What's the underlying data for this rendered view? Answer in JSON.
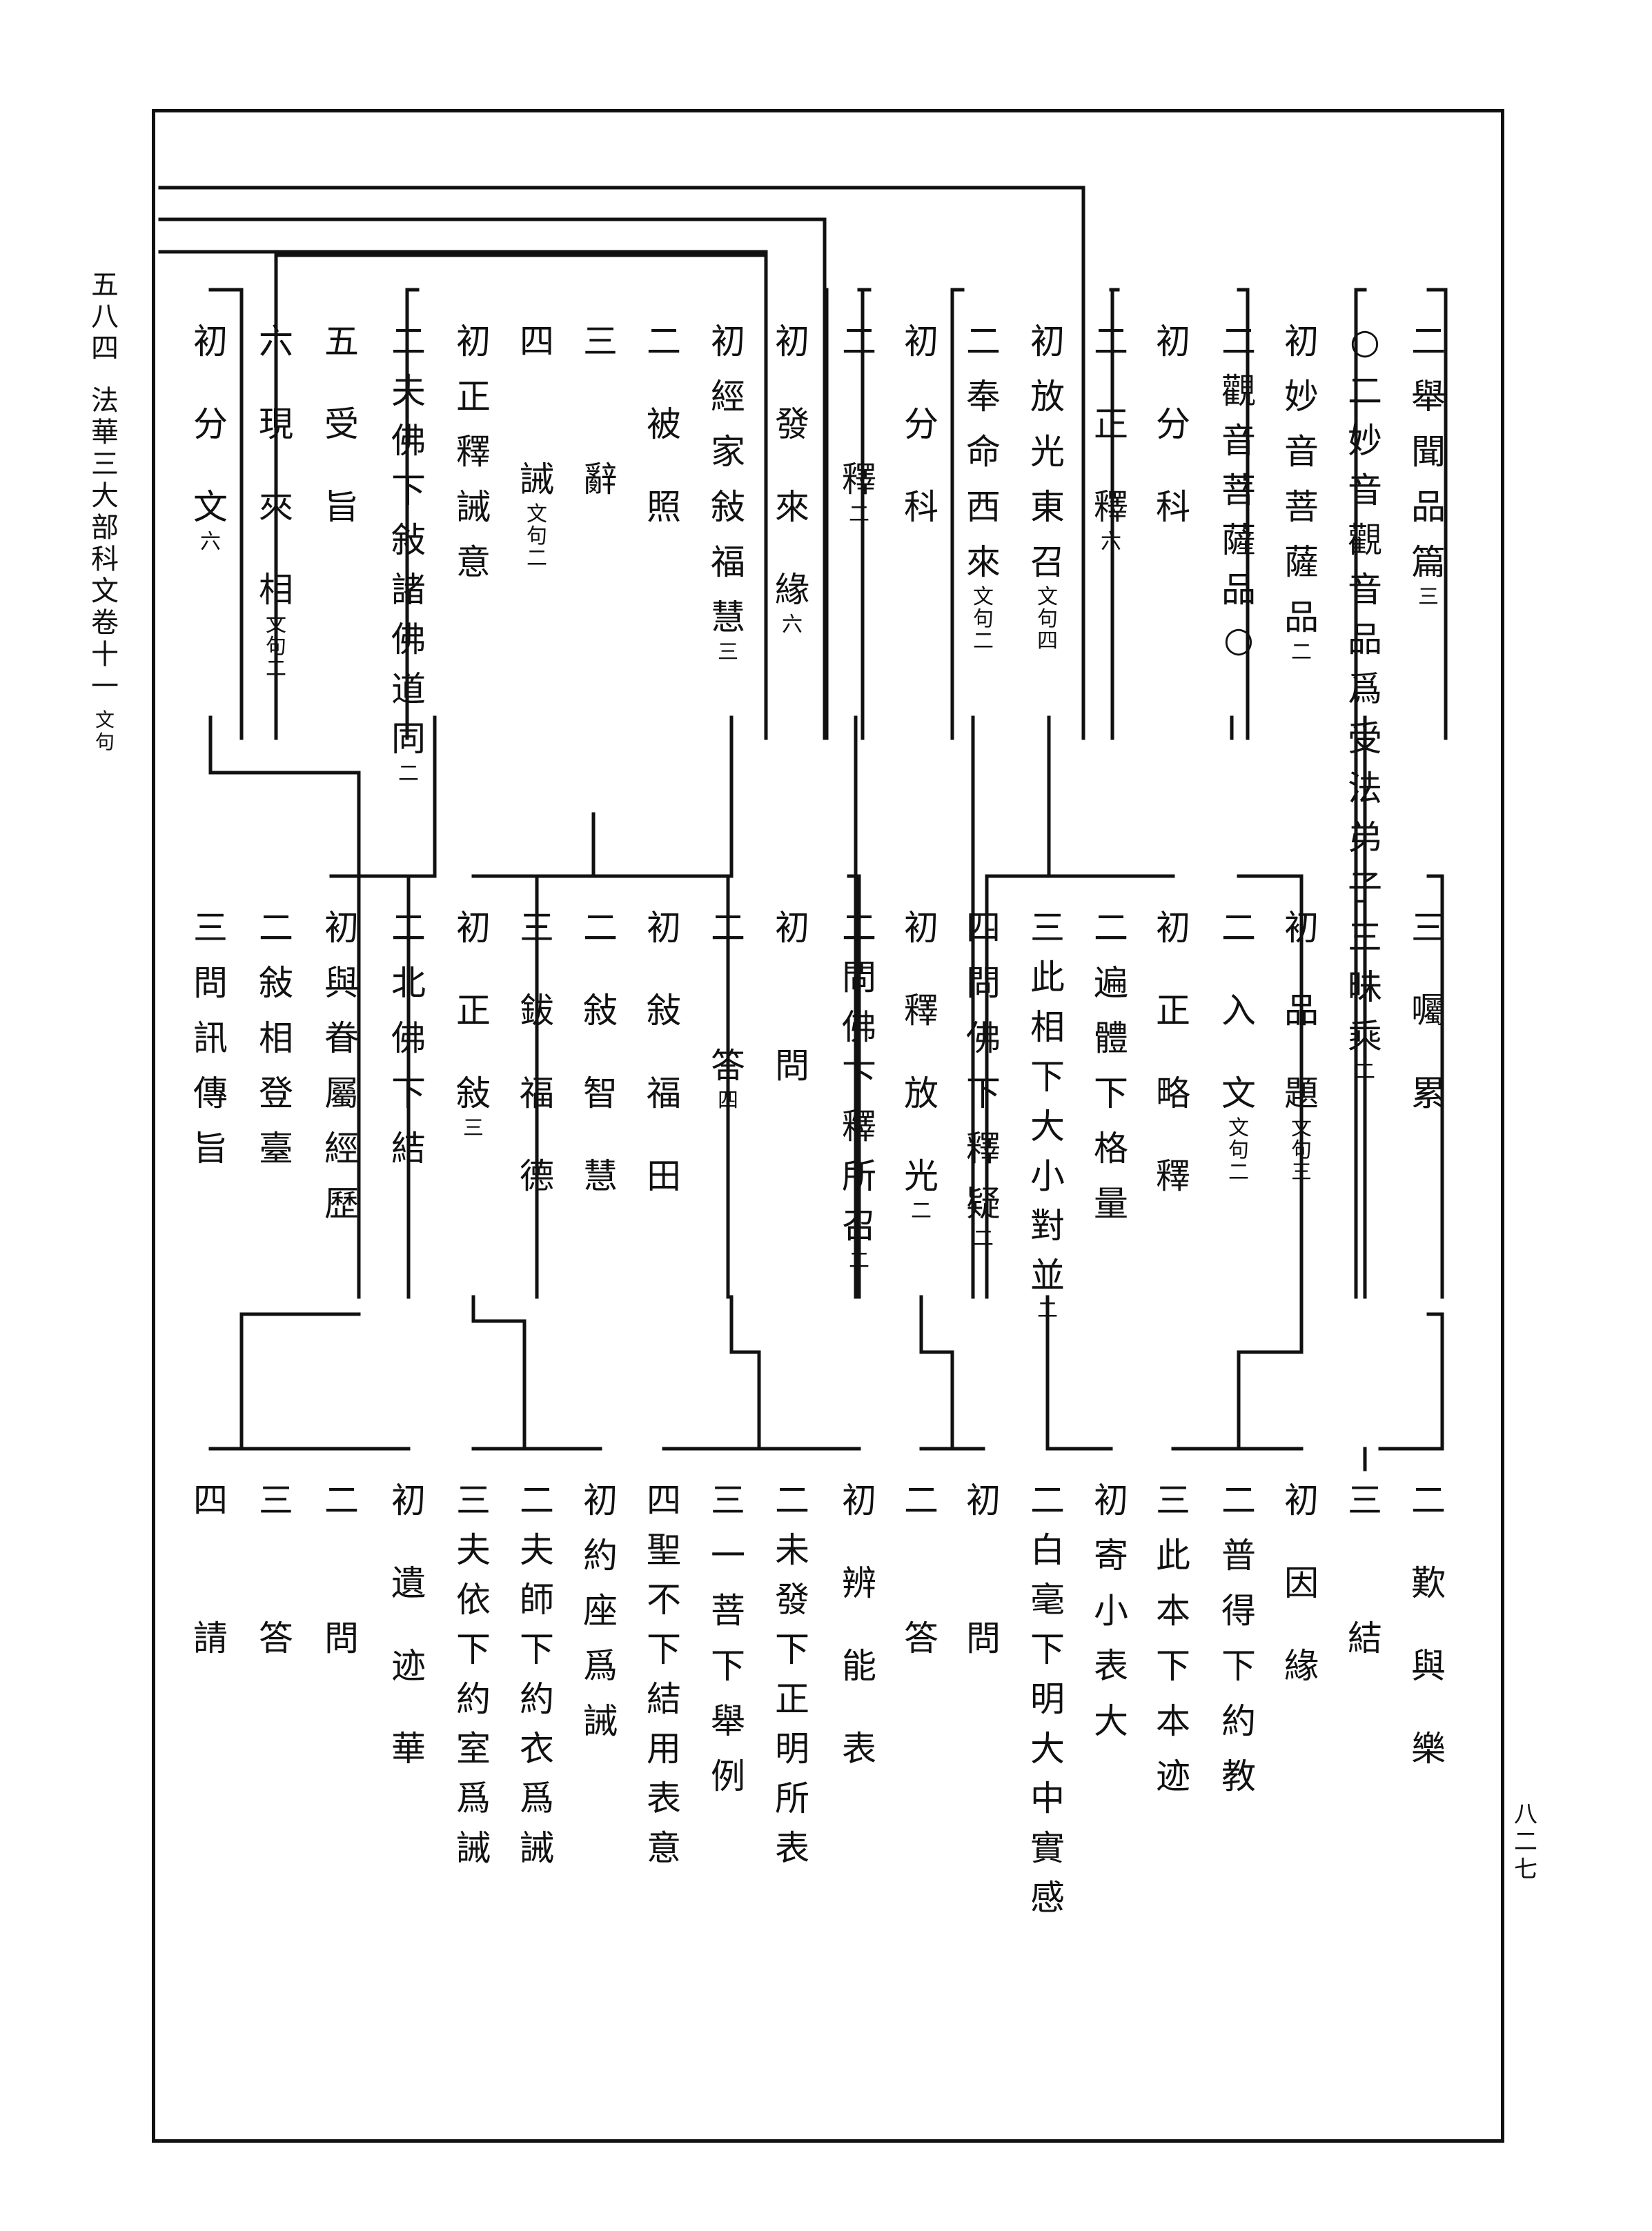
{
  "margin": {
    "volume_no": "五八四",
    "book_title": "法華三大部科文卷十一",
    "section_note": "文句"
  },
  "page_number": "八二七",
  "rows": [
    {
      "row": 1,
      "entries": [
        {
          "text": "二舉聞品篇",
          "note": "三"
        },
        {
          "text": "○二妙音觀音品爲受法弟子三昧乘",
          "note": "二"
        },
        {
          "text": "初妙音菩薩品",
          "note": "二"
        },
        {
          "text": "二觀音菩薩品○",
          "note": ""
        },
        {
          "text": "初分科",
          "note": ""
        },
        {
          "text": "二正釋",
          "note": "六"
        },
        {
          "text": "初放光東召",
          "note": "文句四"
        },
        {
          "text": "二奉命西來",
          "note": "文句二"
        },
        {
          "text": "初分科",
          "note": ""
        },
        {
          "text": "二釋",
          "note": "二"
        },
        {
          "text": "初發來緣",
          "note": "六"
        },
        {
          "text": "初經家敍福慧",
          "note": "三"
        },
        {
          "text": "二被照",
          "note": ""
        },
        {
          "text": "三辭",
          "note": ""
        },
        {
          "text": "四誡",
          "note": "文句二"
        },
        {
          "text": "初正釋誡意",
          "note": ""
        },
        {
          "text": "二夫佛下敍諸佛道同",
          "note": "二"
        },
        {
          "text": "五受旨",
          "note": ""
        },
        {
          "text": "六現來相",
          "note": "文句二"
        },
        {
          "text": "初分文",
          "note": "六"
        }
      ]
    },
    {
      "row": 2,
      "entries": [
        {
          "text": "三囑累",
          "note": ""
        },
        {
          "text": "初品題",
          "note": "文句三"
        },
        {
          "text": "二入文",
          "note": "文句二"
        },
        {
          "text": "初正略釋",
          "note": ""
        },
        {
          "text": "二遍體下格量",
          "note": ""
        },
        {
          "text": "三此相下大小對並",
          "note": "二"
        },
        {
          "text": "四問佛下釋疑",
          "note": "二"
        },
        {
          "text": "初釋放光",
          "note": "二"
        },
        {
          "text": "二問佛下釋所召",
          "note": "二"
        },
        {
          "text": "初問",
          "note": ""
        },
        {
          "text": "二答",
          "note": "四"
        },
        {
          "text": "初敍福田",
          "note": ""
        },
        {
          "text": "二敍智慧",
          "note": ""
        },
        {
          "text": "三鈸福德",
          "note": ""
        },
        {
          "text": "初正敍",
          "note": "三"
        },
        {
          "text": "二北佛下結",
          "note": ""
        },
        {
          "text": "初與眷屬經歷",
          "note": ""
        },
        {
          "text": "二敍相登臺",
          "note": ""
        },
        {
          "text": "三問訊傳旨",
          "note": ""
        }
      ]
    },
    {
      "row": 3,
      "entries": [
        {
          "text": "二歎與樂",
          "note": ""
        },
        {
          "text": "三結",
          "note": ""
        },
        {
          "text": "初因緣",
          "note": ""
        },
        {
          "text": "二普得下約教",
          "note": ""
        },
        {
          "text": "三此本下本迹",
          "note": ""
        },
        {
          "text": "初寄小表大",
          "note": ""
        },
        {
          "text": "二白毫下明大中實感",
          "note": ""
        },
        {
          "text": "初問",
          "note": ""
        },
        {
          "text": "二答",
          "note": ""
        },
        {
          "text": "初辨能表",
          "note": ""
        },
        {
          "text": "二未發下正明所表",
          "note": ""
        },
        {
          "text": "三一菩下舉例",
          "note": ""
        },
        {
          "text": "四聖不下結用表意",
          "note": ""
        },
        {
          "text": "初約座爲誡",
          "note": ""
        },
        {
          "text": "二夫師下約衣爲誡",
          "note": ""
        },
        {
          "text": "三夫依下約室爲誡",
          "note": ""
        },
        {
          "text": "初遺迹華",
          "note": ""
        },
        {
          "text": "二問",
          "note": ""
        },
        {
          "text": "三答",
          "note": ""
        },
        {
          "text": "四請",
          "note": ""
        }
      ]
    }
  ]
}
